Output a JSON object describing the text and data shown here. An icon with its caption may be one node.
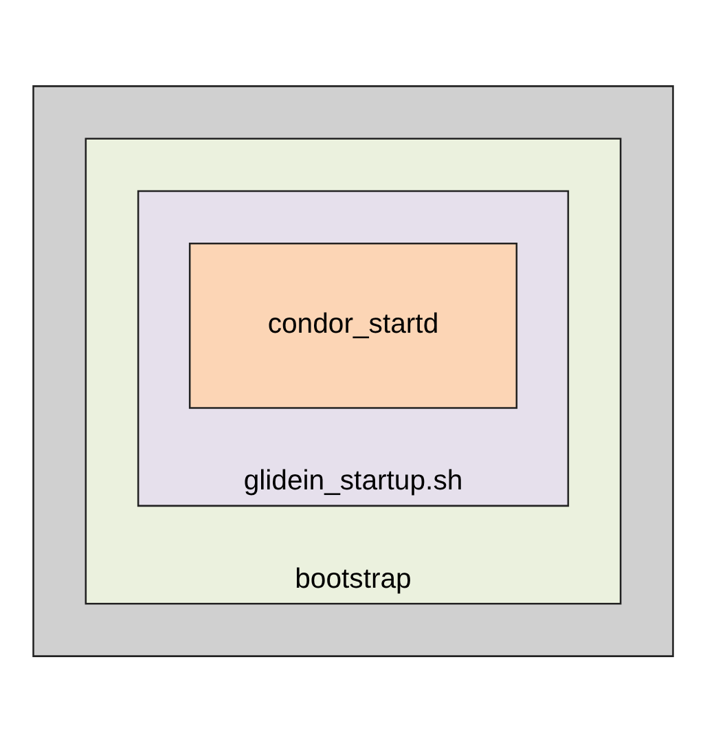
{
  "diagram": {
    "nodes": [
      {
        "text": [],
        "shape": "box"
      },
      {
        "text": [
          "bootstrap"
        ],
        "in": 0
      },
      {
        "text": [
          "glidein_startup.sh"
        ],
        "in": 1
      },
      {
        "text": [
          "condor_startd"
        ],
        "in": 2
      }
    ],
    "edges": []
  }
}
